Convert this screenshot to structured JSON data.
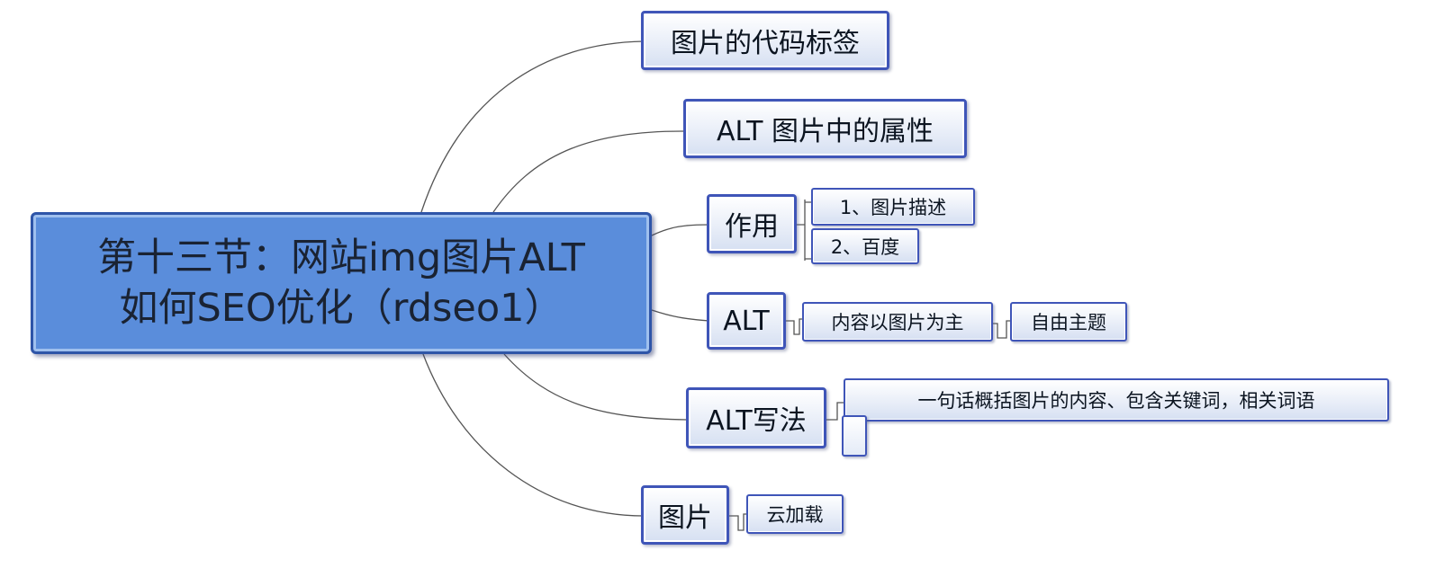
{
  "root": {
    "line1": "第十三节：网站img图片ALT",
    "line2": "如何SEO优化（rdseo1）"
  },
  "branches": {
    "code_tag": {
      "label": "图片的代码标签"
    },
    "alt_attr": {
      "label": "ALT 图片中的属性"
    },
    "purpose": {
      "label": "作用",
      "children": [
        "1、图片描述",
        "2、百度"
      ]
    },
    "alt": {
      "label": "ALT",
      "child": "内容以图片为主",
      "grandchild": "自由主题"
    },
    "alt_writing": {
      "label": "ALT写法",
      "child": "一句话概括图片的内容、包含关键词，相关词语"
    },
    "image": {
      "label": "图片",
      "child": "云加载"
    }
  },
  "colors": {
    "root_fill": "#5a8ddb",
    "node_border": "#3f55b8",
    "connector": "#555555"
  }
}
